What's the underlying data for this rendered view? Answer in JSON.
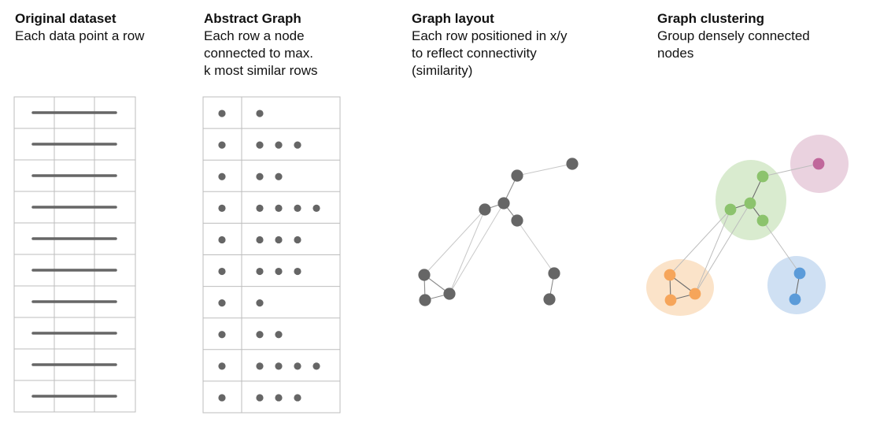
{
  "panels": [
    {
      "title": "Original dataset",
      "subtitle": [
        "Each data point a row"
      ]
    },
    {
      "title": "Abstract Graph",
      "subtitle": [
        "Each row a node",
        "connected to max.",
        "k most similar rows"
      ]
    },
    {
      "title": "Graph layout",
      "subtitle": [
        "Each row positioned in x/y",
        "to reflect connectivity",
        "(similarity)"
      ]
    },
    {
      "title": "Graph clustering",
      "subtitle": [
        "Group densely connected",
        "nodes"
      ]
    }
  ],
  "dataset_table": {
    "rows": 10,
    "columns": 3
  },
  "abstract_graph": {
    "neighbor_counts": [
      1,
      3,
      2,
      4,
      3,
      3,
      1,
      2,
      4,
      3
    ]
  },
  "colors": {
    "node": "#666666",
    "edge": "#c8c8c8",
    "table_border": "#bdbdbd",
    "cluster_green": "#8cc36d",
    "cluster_orange": "#f6a55a",
    "cluster_blue": "#5b9bd9",
    "cluster_pink": "#c0679b"
  }
}
